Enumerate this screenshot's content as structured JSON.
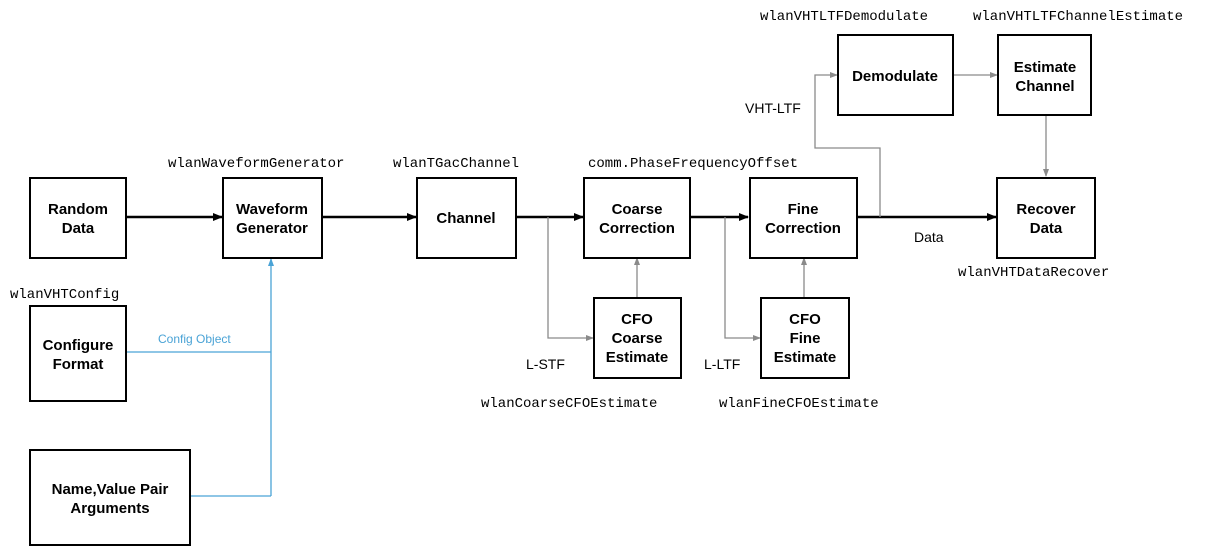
{
  "blocks": {
    "random_data": {
      "line1": "Random",
      "line2": "Data"
    },
    "waveform_generator": {
      "line1": "Waveform",
      "line2": "Generator",
      "fn": "wlanWaveformGenerator"
    },
    "channel": {
      "line1": "Channel",
      "fn": "wlanTGacChannel"
    },
    "coarse_correction": {
      "line1": "Coarse",
      "line2": "Correction",
      "fn": "comm.PhaseFrequencyOffset"
    },
    "fine_correction": {
      "line1": "Fine",
      "line2": "Correction"
    },
    "recover_data": {
      "line1": "Recover",
      "line2": "Data",
      "fn": "wlanVHTDataRecover"
    },
    "demodulate": {
      "line1": "Demodulate",
      "fn": "wlanVHTLTFDemodulate"
    },
    "estimate_channel": {
      "line1": "Estimate",
      "line2": "Channel",
      "fn": "wlanVHTLTFChannelEstimate"
    },
    "cfo_coarse": {
      "line1": "CFO",
      "line2": "Coarse",
      "line3": "Estimate",
      "fn": "wlanCoarseCFOEstimate"
    },
    "cfo_fine": {
      "line1": "CFO",
      "line2": "Fine",
      "line3": "Estimate",
      "fn": "wlanFineCFOEstimate"
    },
    "configure_format": {
      "line1": "Configure",
      "line2": "Format",
      "fn": "wlanVHTConfig"
    },
    "name_value": {
      "line1": "Name,Value Pair",
      "line2": "Arguments"
    }
  },
  "signals": {
    "lstf": "L-STF",
    "lltf": "L-LTF",
    "vhtltf": "VHT-LTF",
    "data": "Data",
    "config_object": "Config Object"
  },
  "colors": {
    "block_stroke": "#000000",
    "main_arrow": "#000000",
    "branch_arrow": "#8a8a8a",
    "config_line": "#4aa3d6"
  }
}
